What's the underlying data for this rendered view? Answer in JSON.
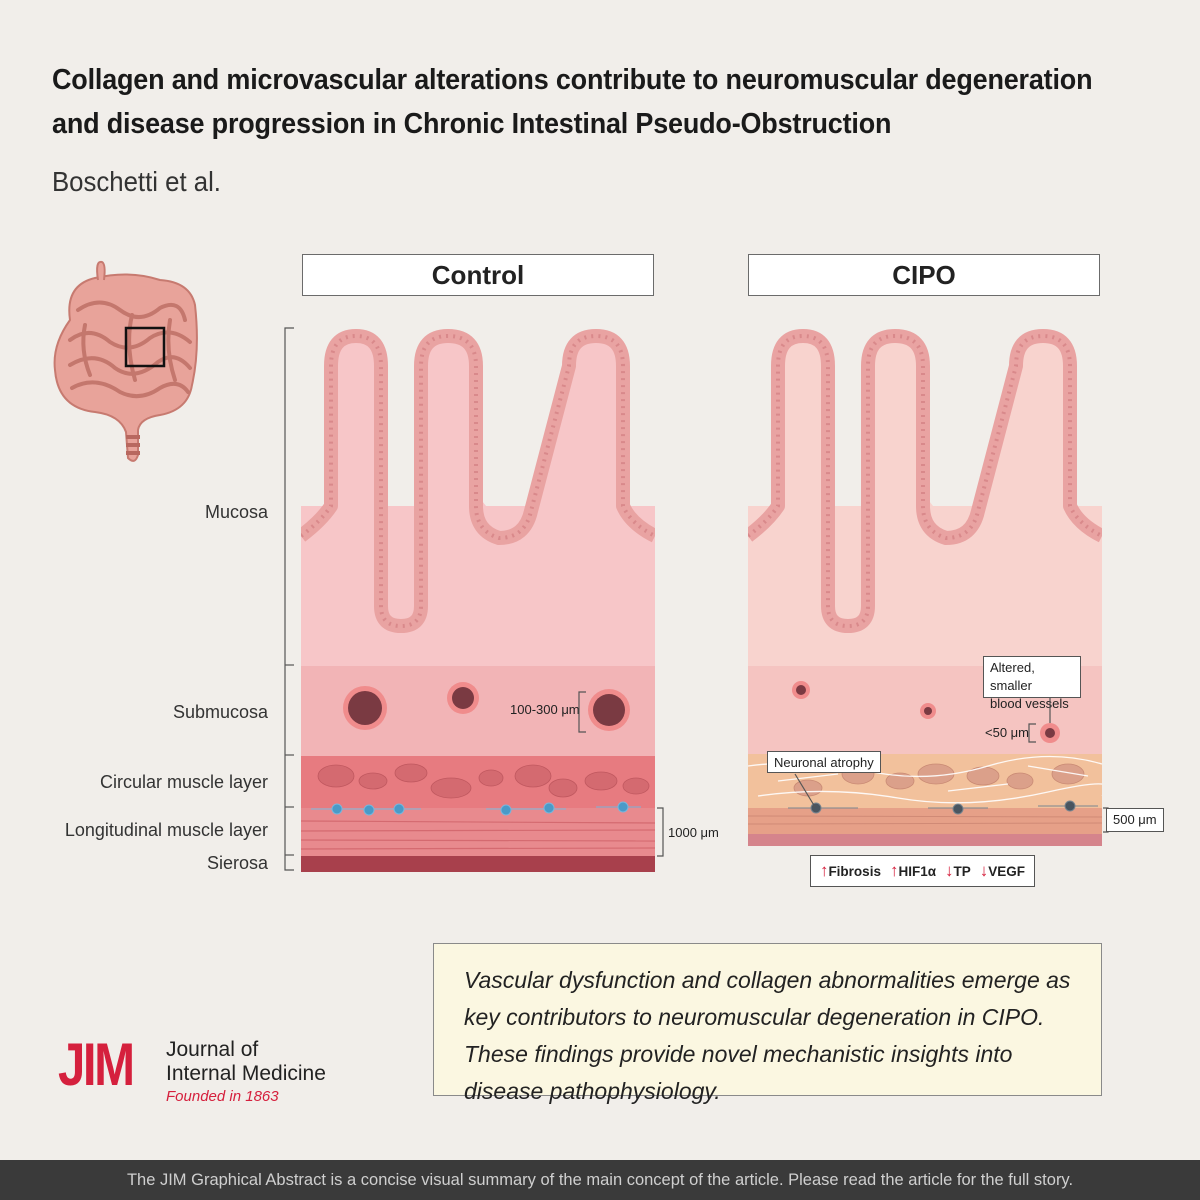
{
  "title": {
    "line1": "Collagen and microvascular alterations contribute to neuromuscular degeneration",
    "line2": "and disease progression in Chronic Intestinal Pseudo-Obstruction"
  },
  "authors": "Boschetti et al.",
  "panels": {
    "control": {
      "header": "Control",
      "vessel_size": "100-300 μm",
      "thickness": "1000 μm"
    },
    "cipo": {
      "header": "CIPO",
      "vessel_size": "<50 μm",
      "thickness": "500 μm",
      "callout_vessels": {
        "line1": "Altered, smaller",
        "line2": "blood vessels"
      },
      "callout_neuron": "Neuronal atrophy",
      "markers": [
        {
          "arrow": "↑",
          "label": "Fibrosis"
        },
        {
          "arrow": "↑",
          "label": "HIF1α"
        },
        {
          "arrow": "↓",
          "label": "TP"
        },
        {
          "arrow": "↓",
          "label": "VEGF"
        }
      ]
    }
  },
  "layers": {
    "mucosa": "Mucosa",
    "submucosa": "Submucosa",
    "circular": "Circular muscle layer",
    "longitudinal": "Longitudinal muscle layer",
    "serosa": "Sierosa"
  },
  "summary": "Vascular dysfunction and collagen abnormalities emerge as key contributors to neuromuscular degeneration in CIPO. These findings provide novel mechanistic insights into disease pathophysiology.",
  "logo": {
    "abbr": "JIM",
    "line1": "Journal of",
    "line2": "Internal Medicine",
    "founded": "Founded in 1863"
  },
  "footer": "The JIM Graphical Abstract is a concise visual summary of the main concept of the article. Please read the article for the full story.",
  "colors": {
    "accent_red": "#d5203d",
    "mucosa": "#f7c6c8",
    "submucosa": "#f2b4b6",
    "muscle": "#e77b80",
    "cipo_muscle": "#f2c19c",
    "serosa": "#a8404c",
    "vessel": "#7a3a42",
    "neuron": "#4a9ac8"
  }
}
